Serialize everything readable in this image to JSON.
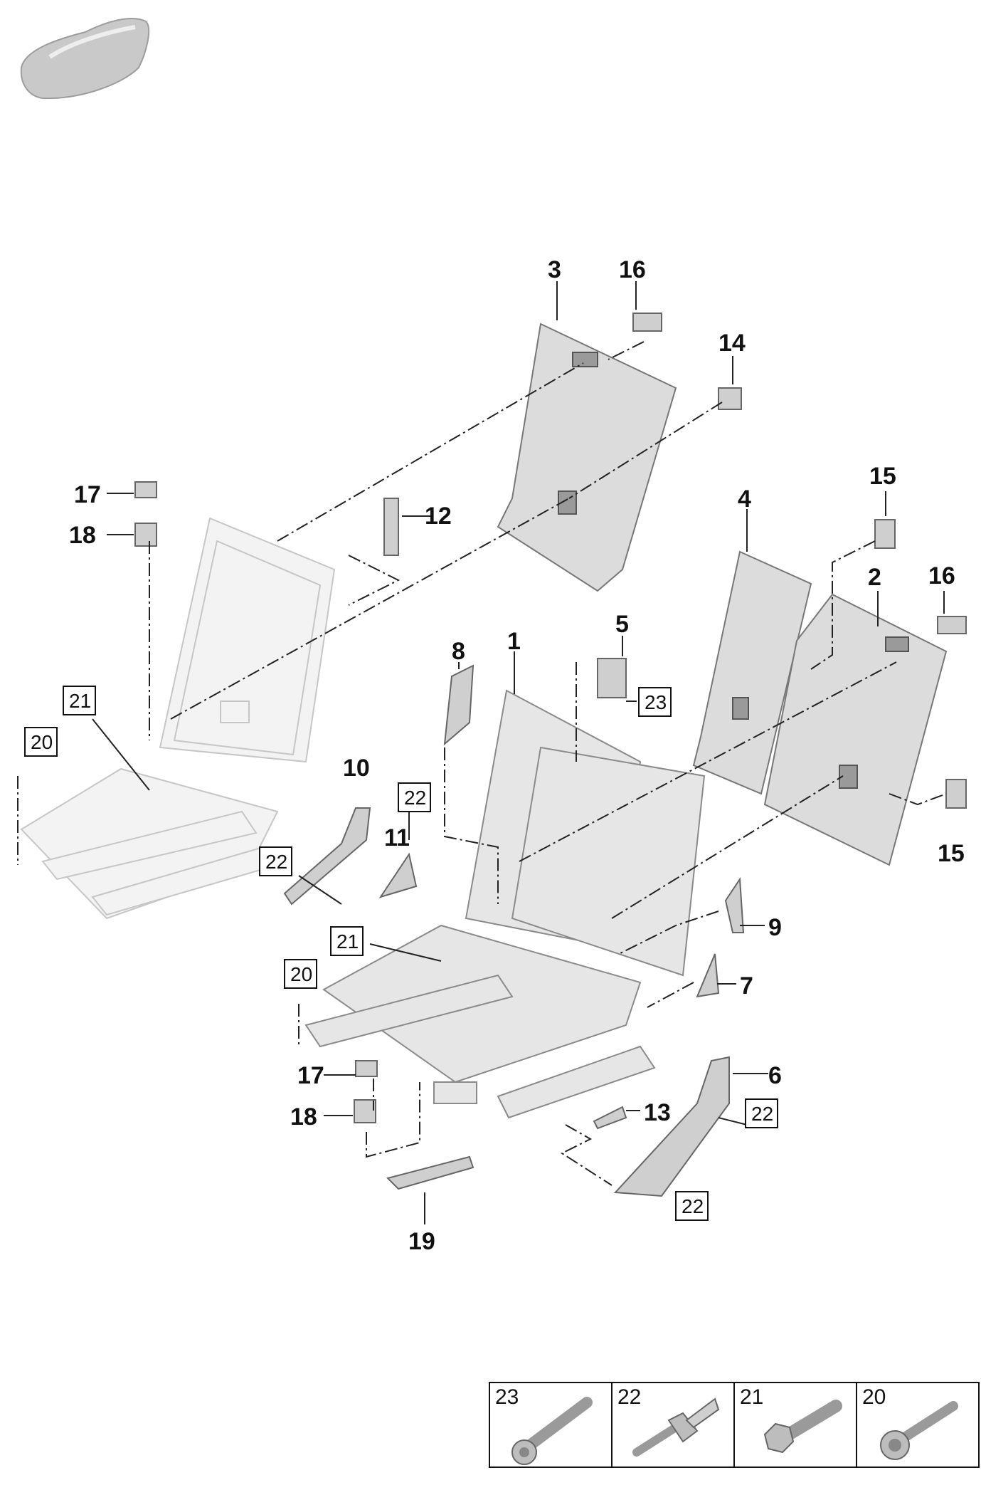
{
  "labels": {
    "l1": "1",
    "l2": "2",
    "l3": "3",
    "l4": "4",
    "l5": "5",
    "l6": "6",
    "l7": "7",
    "l8": "8",
    "l9": "9",
    "l10": "10",
    "l11": "11",
    "l12": "12",
    "l13": "13",
    "l14": "14",
    "l15a": "15",
    "l15b": "15",
    "l16a": "16",
    "l16b": "16",
    "l17a": "17",
    "l17b": "17",
    "l18a": "18",
    "l18b": "18",
    "l19": "19"
  },
  "boxed_labels": {
    "b21a": "21",
    "b20a": "20",
    "b22a": "22",
    "b22b": "22",
    "b21b": "21",
    "b20b": "20",
    "b23": "23",
    "b22c": "22",
    "b22d": "22"
  },
  "fastener_key": [
    {
      "number": "23",
      "icon": "bolt-icon"
    },
    {
      "number": "22",
      "icon": "clip-icon"
    },
    {
      "number": "21",
      "icon": "hex-bolt-icon"
    },
    {
      "number": "20",
      "icon": "flange-bolt-icon"
    }
  ],
  "vehicle_icon": "car-icon"
}
